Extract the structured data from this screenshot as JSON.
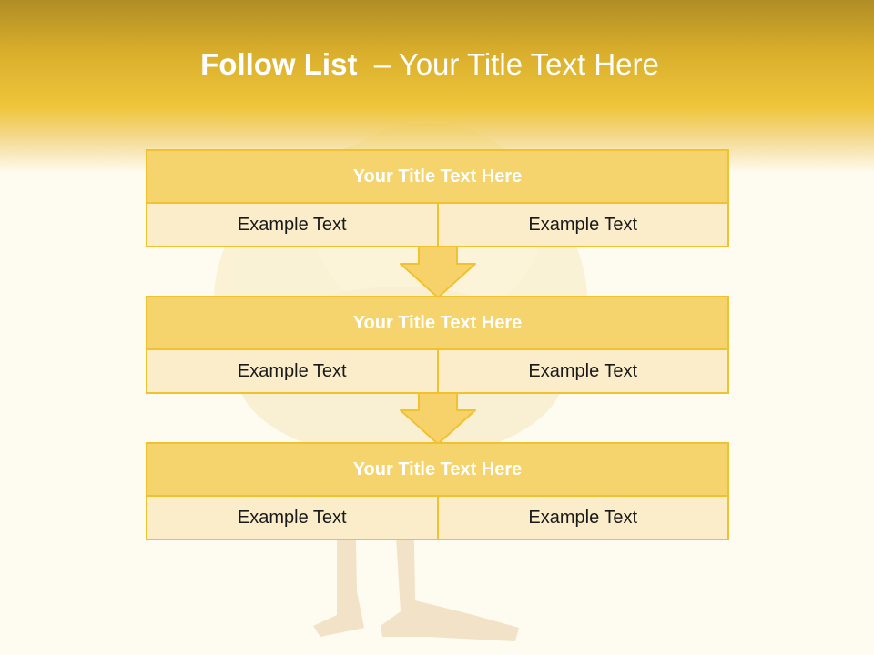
{
  "slide": {
    "title_bold": "Follow List",
    "title_rest": "  – Your Title Text Here"
  },
  "steps": [
    {
      "title": "Your Title Text Here",
      "left": "Example Text",
      "right": "Example Text"
    },
    {
      "title": "Your Title Text Here",
      "left": "Example Text",
      "right": "Example Text"
    },
    {
      "title": "Your Title Text Here",
      "left": "Example Text",
      "right": "Example Text"
    }
  ],
  "colors": {
    "header_fill": "#f5d46e",
    "cell_fill": "#fbedc9",
    "border": "#f0c22f",
    "arrow_fill": "#f7d26a"
  }
}
